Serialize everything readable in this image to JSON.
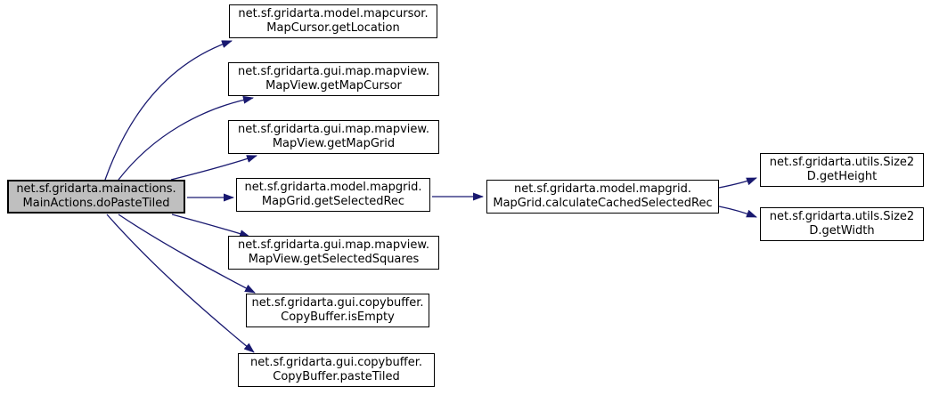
{
  "graph": {
    "kind": "call-graph",
    "colors": {
      "background": "#ffffff",
      "edge": "#191970",
      "node_border": "#000000",
      "node_fill": "#ffffff",
      "highlighted_node_fill": "#bfbfbf",
      "text": "#000000"
    },
    "nodes": [
      {
        "id": "do-paste-tiled",
        "line1": "net.sf.gridarta.mainactions.",
        "line2": "MainActions.doPasteTiled",
        "highlighted": true
      },
      {
        "id": "get-location",
        "line1": "net.sf.gridarta.model.mapcursor.",
        "line2": "MapCursor.getLocation",
        "highlighted": false
      },
      {
        "id": "get-map-cursor",
        "line1": "net.sf.gridarta.gui.map.mapview.",
        "line2": "MapView.getMapCursor",
        "highlighted": false
      },
      {
        "id": "get-map-grid",
        "line1": "net.sf.gridarta.gui.map.mapview.",
        "line2": "MapView.getMapGrid",
        "highlighted": false
      },
      {
        "id": "get-selected-rec",
        "line1": "net.sf.gridarta.model.mapgrid.",
        "line2": "MapGrid.getSelectedRec",
        "highlighted": false
      },
      {
        "id": "get-selected-squares",
        "line1": "net.sf.gridarta.gui.map.mapview.",
        "line2": "MapView.getSelectedSquares",
        "highlighted": false
      },
      {
        "id": "is-empty",
        "line1": "net.sf.gridarta.gui.copybuffer.",
        "line2": "CopyBuffer.isEmpty",
        "highlighted": false
      },
      {
        "id": "paste-tiled",
        "line1": "net.sf.gridarta.gui.copybuffer.",
        "line2": "CopyBuffer.pasteTiled",
        "highlighted": false
      },
      {
        "id": "calculate-cached-selected-rec",
        "line1": "net.sf.gridarta.model.mapgrid.",
        "line2": "MapGrid.calculateCachedSelectedRec",
        "highlighted": false
      },
      {
        "id": "get-height",
        "line1": "net.sf.gridarta.utils.Size2",
        "line2": "D.getHeight",
        "highlighted": false
      },
      {
        "id": "get-width",
        "line1": "net.sf.gridarta.utils.Size2",
        "line2": "D.getWidth",
        "highlighted": false
      }
    ],
    "edges": [
      {
        "from": "do-paste-tiled",
        "to": "get-location"
      },
      {
        "from": "do-paste-tiled",
        "to": "get-map-cursor"
      },
      {
        "from": "do-paste-tiled",
        "to": "get-map-grid"
      },
      {
        "from": "do-paste-tiled",
        "to": "get-selected-rec"
      },
      {
        "from": "do-paste-tiled",
        "to": "get-selected-squares"
      },
      {
        "from": "do-paste-tiled",
        "to": "is-empty"
      },
      {
        "from": "do-paste-tiled",
        "to": "paste-tiled"
      },
      {
        "from": "get-selected-rec",
        "to": "calculate-cached-selected-rec"
      },
      {
        "from": "calculate-cached-selected-rec",
        "to": "get-height"
      },
      {
        "from": "calculate-cached-selected-rec",
        "to": "get-width"
      }
    ]
  }
}
